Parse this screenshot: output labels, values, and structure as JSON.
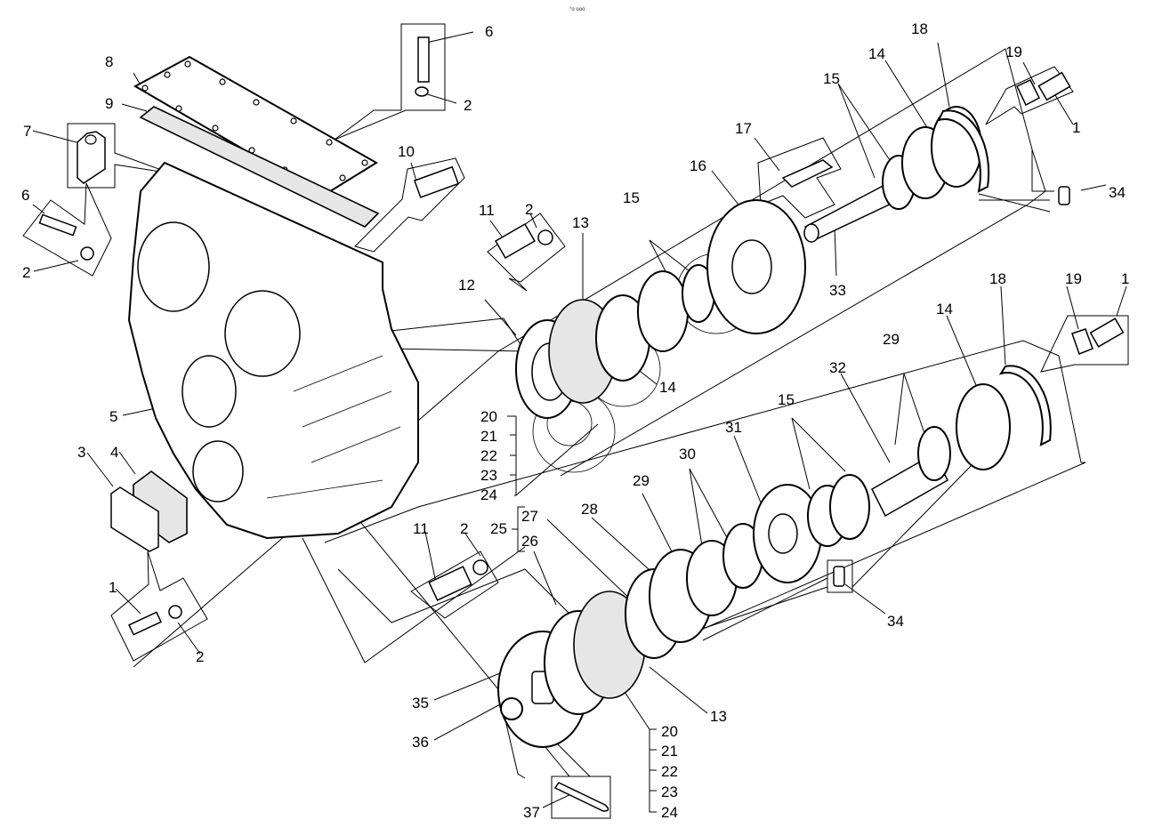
{
  "diagram": {
    "type": "exploded-parts-view",
    "subject": "gearbox housing with shafts, gears, bearings and fasteners",
    "header_mark": "°o ooo",
    "callouts": [
      {
        "id": "c6a",
        "text": "6"
      },
      {
        "id": "c2a",
        "text": "2"
      },
      {
        "id": "c8",
        "text": "8"
      },
      {
        "id": "c9",
        "text": "9"
      },
      {
        "id": "c7",
        "text": "7"
      },
      {
        "id": "c6b",
        "text": "6"
      },
      {
        "id": "c2b",
        "text": "2"
      },
      {
        "id": "c10",
        "text": "10"
      },
      {
        "id": "c5",
        "text": "5"
      },
      {
        "id": "c3",
        "text": "3"
      },
      {
        "id": "c4",
        "text": "4"
      },
      {
        "id": "c1a",
        "text": "1"
      },
      {
        "id": "c2c",
        "text": "2"
      },
      {
        "id": "c18a",
        "text": "18"
      },
      {
        "id": "c14a",
        "text": "14"
      },
      {
        "id": "c19a",
        "text": "19"
      },
      {
        "id": "c1b",
        "text": "1"
      },
      {
        "id": "c15a",
        "text": "15"
      },
      {
        "id": "c17",
        "text": "17"
      },
      {
        "id": "c16",
        "text": "16"
      },
      {
        "id": "c34a",
        "text": "34"
      },
      {
        "id": "c11a",
        "text": "11"
      },
      {
        "id": "c2d",
        "text": "2"
      },
      {
        "id": "c13a",
        "text": "13"
      },
      {
        "id": "c15b",
        "text": "15"
      },
      {
        "id": "c12",
        "text": "12"
      },
      {
        "id": "c33",
        "text": "33"
      },
      {
        "id": "c14b",
        "text": "14"
      },
      {
        "id": "c18b",
        "text": "18"
      },
      {
        "id": "c19b",
        "text": "19"
      },
      {
        "id": "c1c",
        "text": "1"
      },
      {
        "id": "c29a",
        "text": "29"
      },
      {
        "id": "c14c",
        "text": "14"
      },
      {
        "id": "c32",
        "text": "32"
      },
      {
        "id": "c15c",
        "text": "15"
      },
      {
        "id": "c31",
        "text": "31"
      },
      {
        "id": "c30",
        "text": "30"
      },
      {
        "id": "c29b",
        "text": "29"
      },
      {
        "id": "c28",
        "text": "28"
      },
      {
        "id": "c11b",
        "text": "11"
      },
      {
        "id": "c2e",
        "text": "2"
      },
      {
        "id": "c25",
        "text": "25"
      },
      {
        "id": "c27",
        "text": "27"
      },
      {
        "id": "c26",
        "text": "26"
      },
      {
        "id": "c34b",
        "text": "34"
      },
      {
        "id": "c35",
        "text": "35"
      },
      {
        "id": "c36",
        "text": "36"
      },
      {
        "id": "c13b",
        "text": "13"
      },
      {
        "id": "c37",
        "text": "37"
      }
    ],
    "brace_groups": [
      {
        "id": "g_upper",
        "items": [
          "20",
          "21",
          "22",
          "23",
          "24"
        ]
      },
      {
        "id": "g_mid",
        "items": [
          "27",
          "26"
        ]
      },
      {
        "id": "g_lower",
        "items": [
          "20",
          "21",
          "22",
          "23",
          "24"
        ]
      }
    ]
  }
}
